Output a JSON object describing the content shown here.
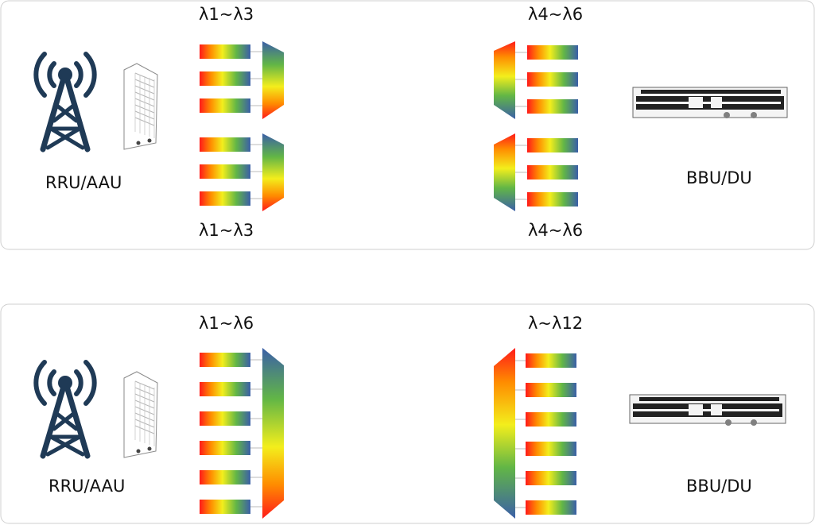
{
  "colors": {
    "panel_border": "#cfcfcf",
    "tower": "#1f3a56",
    "grad_red": "#ff1a1a",
    "grad_orange": "#ff8c00",
    "grad_yellow": "#f3ee1c",
    "grad_green": "#62b646",
    "grad_blue": "#3b5fa8",
    "port": "#808080"
  },
  "icons": {
    "tower": "radio-tower-icon",
    "rru": "rru-cabinet-icon",
    "bbu": "bbu-chassis-icon",
    "mux": "wdm-multiplexer-icon"
  },
  "panels": [
    {
      "id": "panel-top",
      "radio_label": "RRU/AAU",
      "baseband_label": "BBU/DU",
      "groups": [
        {
          "left_label": "λ1~λ3",
          "right_label": "λ4~λ6",
          "channels": 3
        },
        {
          "left_label": "λ1~λ3",
          "right_label": "λ4~λ6",
          "channels": 3
        }
      ]
    },
    {
      "id": "panel-bottom",
      "radio_label": "RRU/AAU",
      "baseband_label": "BBU/DU",
      "groups": [
        {
          "left_label": "λ1~λ6",
          "right_label": "λ~λ12",
          "channels": 6
        }
      ]
    }
  ]
}
